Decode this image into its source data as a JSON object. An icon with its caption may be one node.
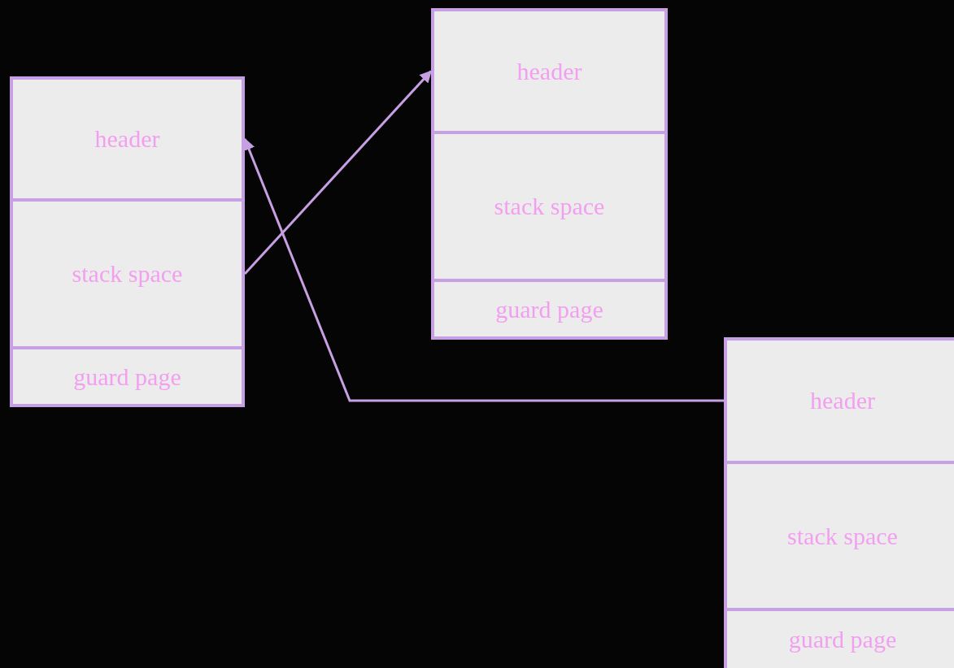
{
  "diagram": {
    "nodes": [
      {
        "text": [
          "header"
        ]
      },
      {
        "text": [
          "stack space"
        ]
      },
      {
        "text": [
          "guard page"
        ]
      },
      {
        "text": [
          "header"
        ]
      },
      {
        "text": [
          "stack space"
        ]
      },
      {
        "text": [
          "guard page"
        ]
      },
      {
        "text": [
          "header"
        ]
      },
      {
        "text": [
          "stack space"
        ]
      },
      {
        "text": [
          "guard page"
        ]
      }
    ],
    "edges": [
      {
        "from": 1,
        "to": 3,
        "arrow": "to"
      },
      {
        "from": 6,
        "to": 0,
        "arrow": "to"
      }
    ]
  }
}
